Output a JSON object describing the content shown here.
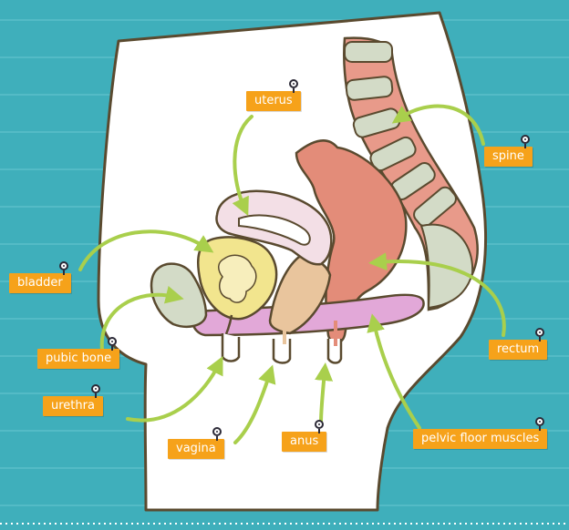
{
  "labels": {
    "uterus": "uterus",
    "spine": "spine",
    "bladder": "bladder",
    "pubic_bone": "pubic bone",
    "rectum": "rectum",
    "urethra": "urethra",
    "vagina": "vagina",
    "anus": "anus",
    "pelvic_floor_muscles": "pelvic floor muscles"
  },
  "colors": {
    "background": "#3fafbb",
    "stripe": "#5bbfc9",
    "body": "#ffffff",
    "outline": "#5a4a2f",
    "tag": "#f6a21a",
    "arrow": "#a9cf4c",
    "pelvic_floor": "#e2a8d8",
    "uterus": "#f3dfe6",
    "bladder": "#f2e58e",
    "rectum": "#e38c79",
    "vagina_wall": "#e9c59d",
    "bone": "#d3dbc7",
    "spine_disc": "#e89a8a"
  }
}
